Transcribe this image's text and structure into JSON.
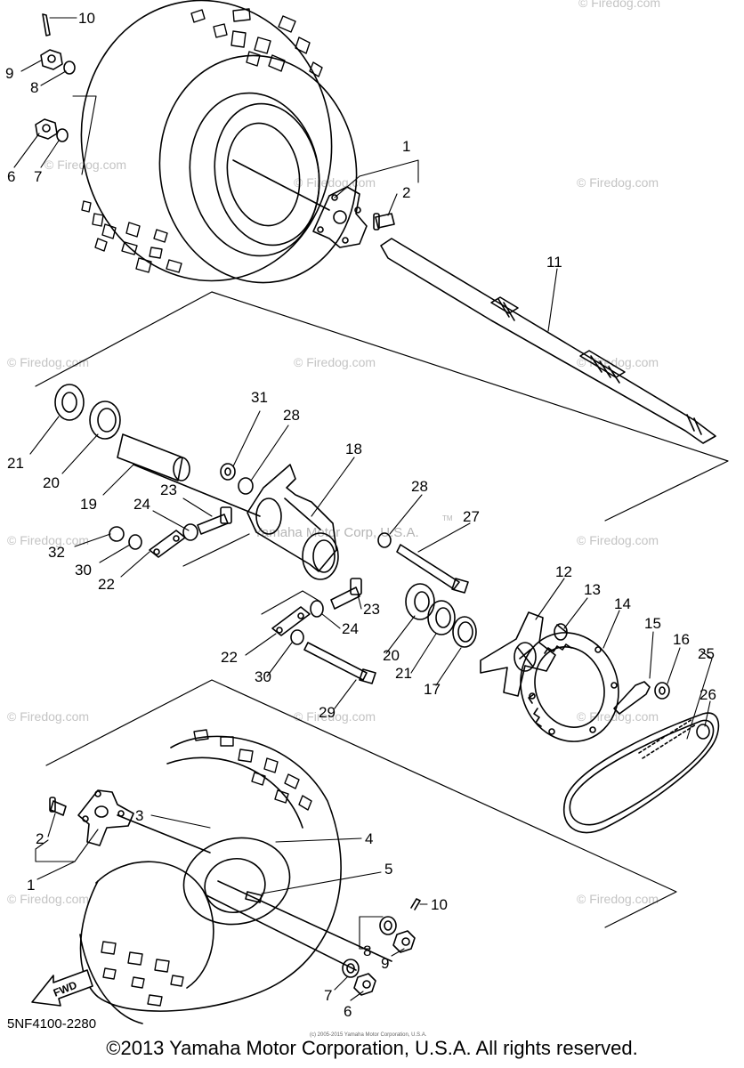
{
  "diagram": {
    "title": "",
    "part_code": "5NF4100-2280",
    "copyright": "©2013 Yamaha Motor Corporation, U.S.A. All rights reserved.",
    "tiny_copyright": "(c) 2005-2015 Yamaha Motor Corporation, U.S.A.",
    "manufacturer_mark": "Yamaha Motor Corp, U.S.A.",
    "tm_mark": "TM",
    "watermark": "© Firedog.com",
    "fwd_label": "FWD",
    "callouts": [
      "10",
      "9",
      "8",
      "6",
      "7",
      "1",
      "2",
      "11",
      "21",
      "20",
      "19",
      "31",
      "28",
      "18",
      "23",
      "24",
      "32",
      "30",
      "22",
      "28",
      "27",
      "12",
      "13",
      "14",
      "15",
      "16",
      "25",
      "26",
      "23",
      "24",
      "20",
      "21",
      "17",
      "22",
      "30",
      "29",
      "3",
      "4",
      "2",
      "1",
      "5",
      "10",
      "8",
      "9",
      "7",
      "6"
    ]
  }
}
